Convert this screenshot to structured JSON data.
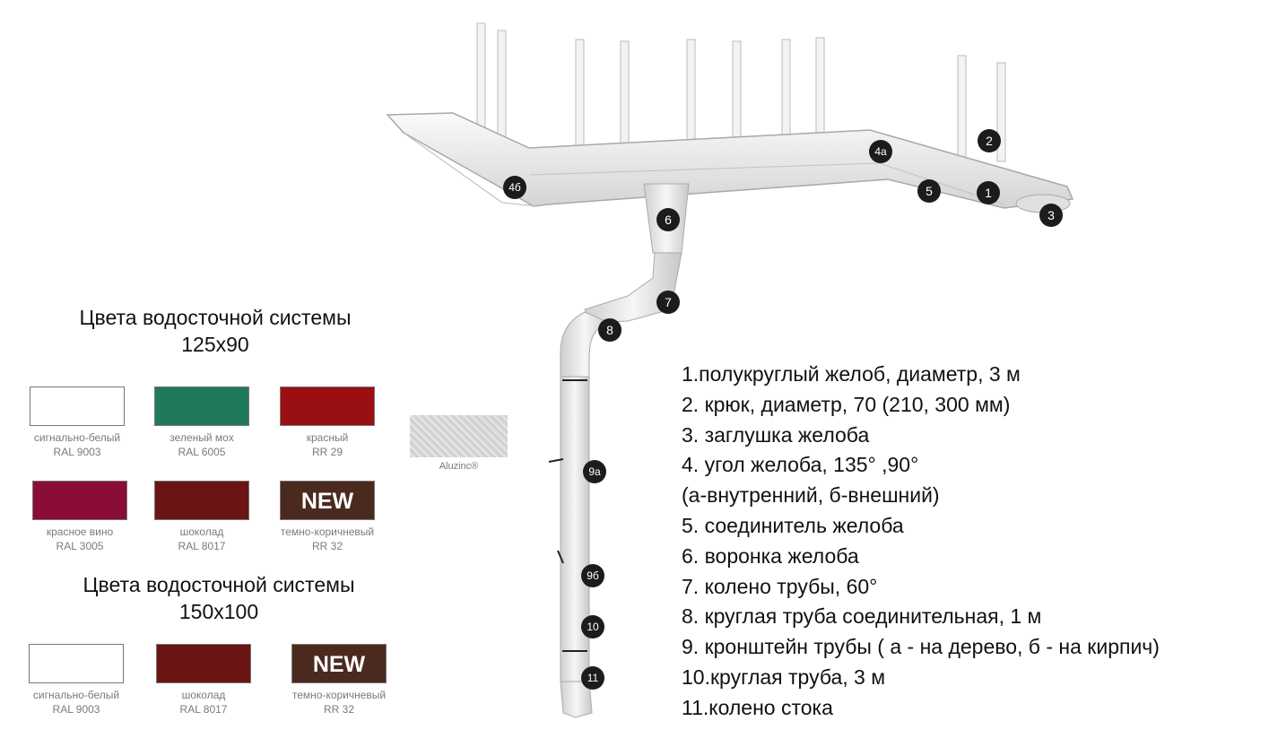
{
  "palette_125": {
    "title": "Цвета водосточной системы",
    "size": "125х90",
    "swatches": [
      {
        "name": "сигнально-белый",
        "code": "RAL 9003",
        "color": "#ffffff",
        "new": false
      },
      {
        "name": "зеленый мох",
        "code": "RAL 6005",
        "color": "#1f7a5a",
        "new": false
      },
      {
        "name": "красный",
        "code": "RR 29",
        "color": "#9a0f12",
        "new": false
      },
      {
        "name": "красное вино",
        "code": "RAL 3005",
        "color": "#8a0d35",
        "new": false
      },
      {
        "name": "шоколад",
        "code": "RAL 8017",
        "color": "#6a1414",
        "new": false
      },
      {
        "name": "темно-коричневый",
        "code": "RR 32",
        "color": "#4a2a1f",
        "new": true,
        "new_label": "NEW"
      }
    ]
  },
  "palette_150": {
    "title": "Цвета водосточной системы",
    "size": "150х100",
    "swatches": [
      {
        "name": "сигнально-белый",
        "code": "RAL 9003",
        "color": "#ffffff",
        "new": false
      },
      {
        "name": "шоколад",
        "code": "RAL 8017",
        "color": "#6a1414",
        "new": false
      },
      {
        "name": "темно-коричневый",
        "code": "RR 32",
        "color": "#4a2a1f",
        "new": true,
        "new_label": "NEW"
      }
    ]
  },
  "aluzinc": {
    "label": "Aluzinc®"
  },
  "legend": [
    "1.полукруглый желоб, диаметр,  3 м",
    "2. крюк, диаметр, 70 (210, 300 мм)",
    "3. заглушка желоба",
    "4. угол желоба, 135° ,90°",
    "(а-внутренний, б-внешний)",
    "5. соединитель желоба",
    "6. воронка желоба",
    "7. колено трубы,  60°",
    "8. круглая труба соединительная, 1 м",
    "9. кронштейн трубы ( а - на дерево, б - на кирпич)",
    "10.круглая труба, 3 м",
    "11.колено стока"
  ],
  "callouts": {
    "c1": "1",
    "c2": "2",
    "c3": "3",
    "c4a": "4а",
    "c4b": "4б",
    "c5": "5",
    "c6": "6",
    "c7": "7",
    "c8": "8",
    "c9a": "9а",
    "c9b": "9б",
    "c10": "10",
    "c11": "11"
  }
}
